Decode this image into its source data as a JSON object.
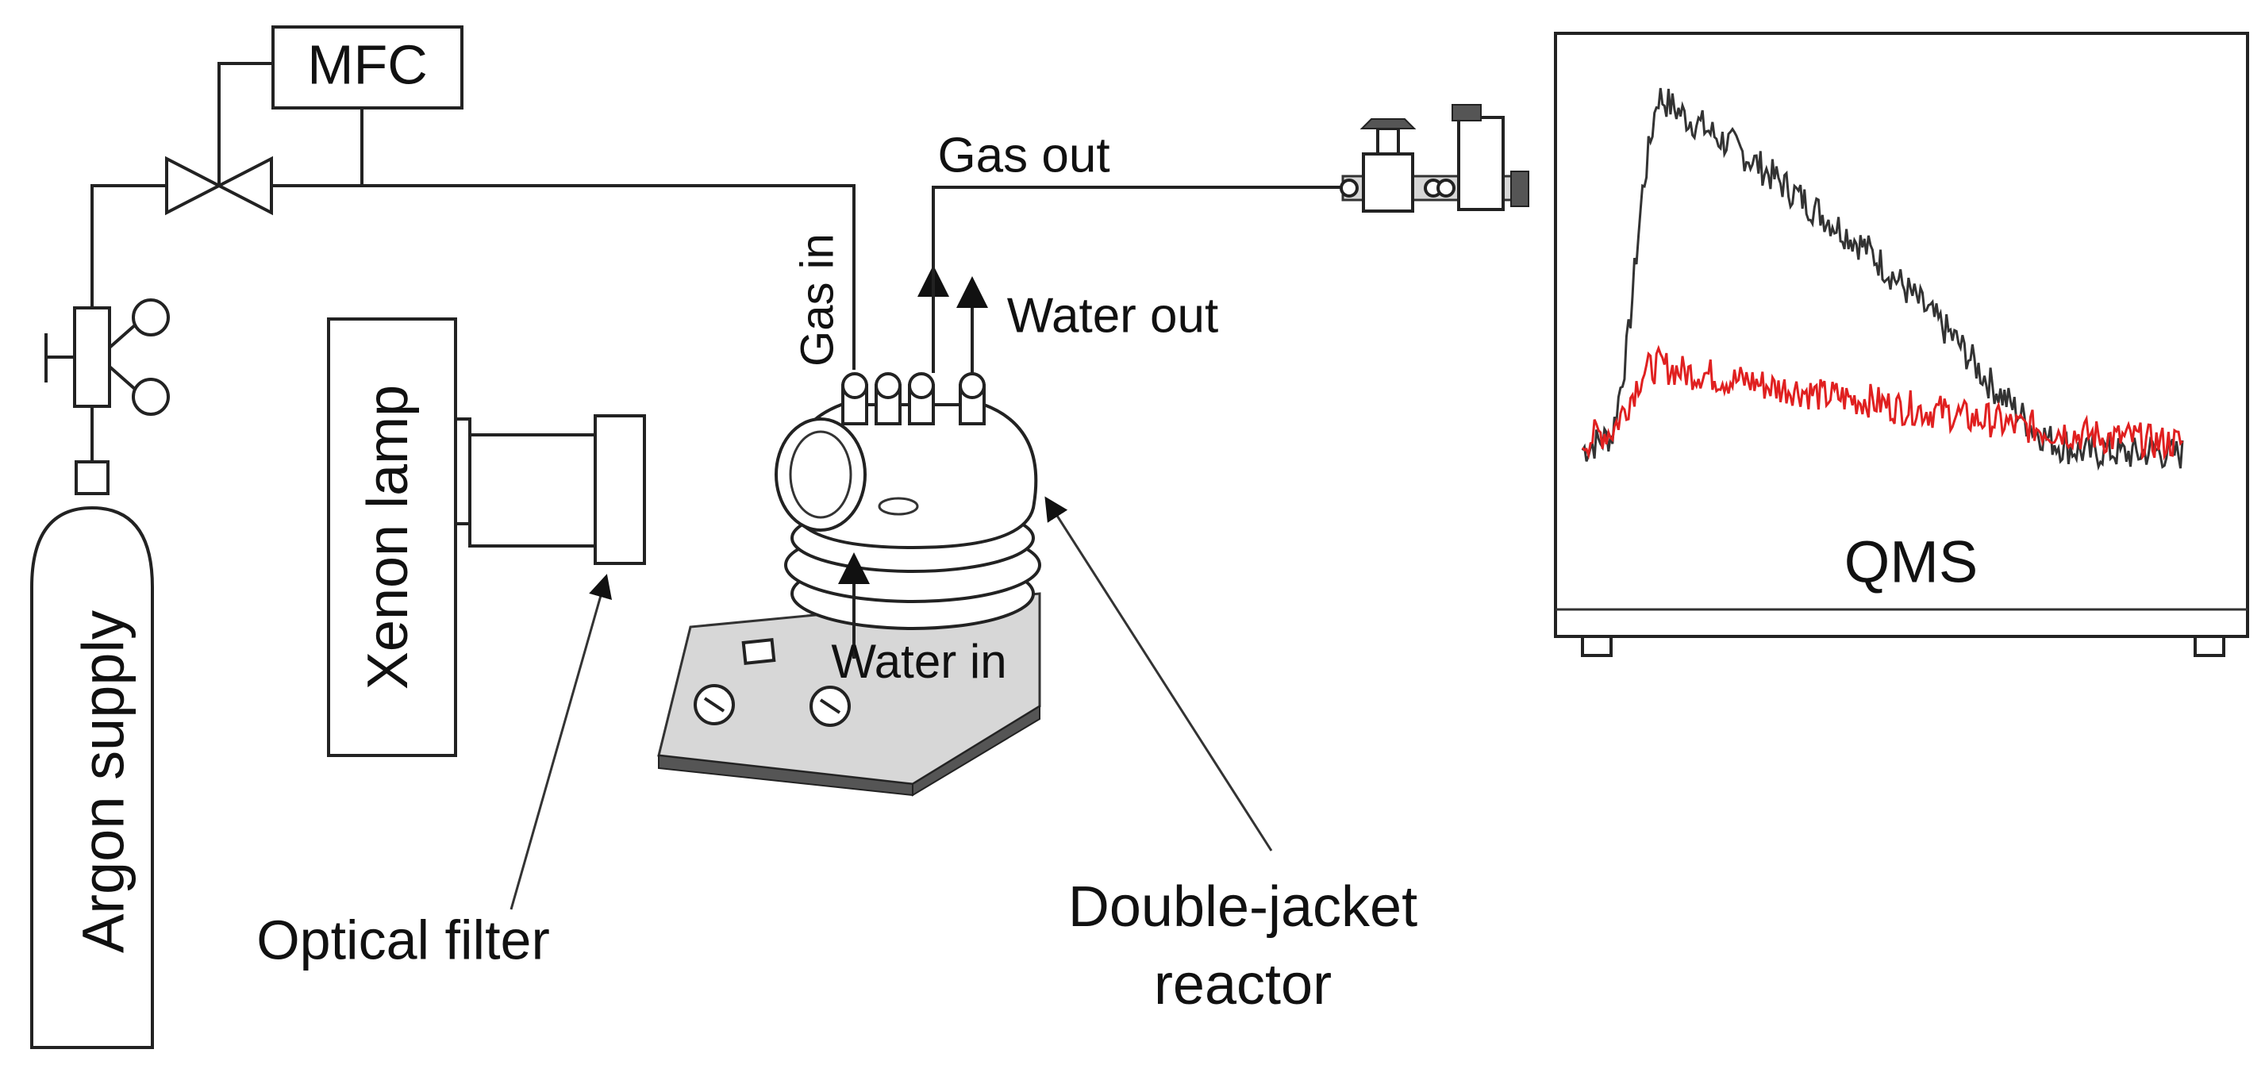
{
  "labels": {
    "mfc": "MFC",
    "argon_supply": "Argon supply",
    "xenon_lamp": "Xenon lamp",
    "optical_filter": "Optical filter",
    "gas_in": "Gas in",
    "gas_out": "Gas out",
    "water_out": "Water out",
    "water_in": "Water in",
    "reactor_line1": "Double-jacket",
    "reactor_line2": "reactor",
    "qms": "QMS"
  },
  "qms_traces": {
    "series": [
      {
        "color": "#333333",
        "values": [
          0.08,
          0.1,
          0.12,
          0.35,
          0.75,
          1.0,
          0.97,
          0.94,
          0.92,
          0.89,
          0.87,
          0.84,
          0.81,
          0.78,
          0.75,
          0.72,
          0.69,
          0.66,
          0.63,
          0.6,
          0.56,
          0.52,
          0.48,
          0.44,
          0.4,
          0.36,
          0.31,
          0.26,
          0.22,
          0.18,
          0.14,
          0.11,
          0.09,
          0.08,
          0.07,
          0.08,
          0.07,
          0.07,
          0.08,
          0.07,
          0.07
        ]
      },
      {
        "color": "#e02020",
        "values": [
          0.1,
          0.12,
          0.13,
          0.2,
          0.28,
          0.3,
          0.29,
          0.28,
          0.28,
          0.27,
          0.26,
          0.26,
          0.25,
          0.24,
          0.24,
          0.23,
          0.22,
          0.22,
          0.21,
          0.21,
          0.2,
          0.19,
          0.19,
          0.18,
          0.18,
          0.17,
          0.16,
          0.16,
          0.15,
          0.14,
          0.14,
          0.13,
          0.13,
          0.12,
          0.12,
          0.11,
          0.11,
          0.11,
          0.1,
          0.1,
          0.1
        ]
      }
    ]
  }
}
